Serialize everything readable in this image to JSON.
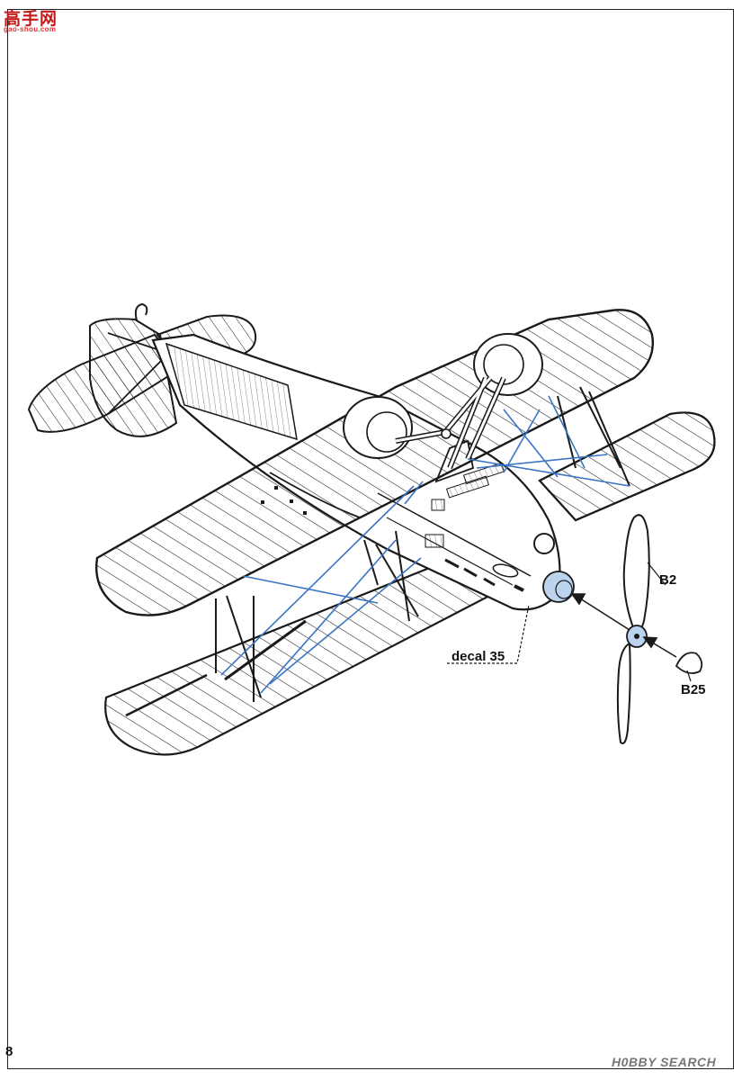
{
  "watermark": {
    "logo_text": "高手网",
    "logo_url": "gao-shou.com",
    "hobby_search": "H0BBY SEARCH"
  },
  "page": {
    "number": "8"
  },
  "callouts": {
    "propeller": "B2",
    "spinner": "B25",
    "decal": "decal 35"
  },
  "colors": {
    "rigging": "#3a74c4",
    "highlight": "#bcd3ee",
    "line": "#1a1a1a"
  }
}
